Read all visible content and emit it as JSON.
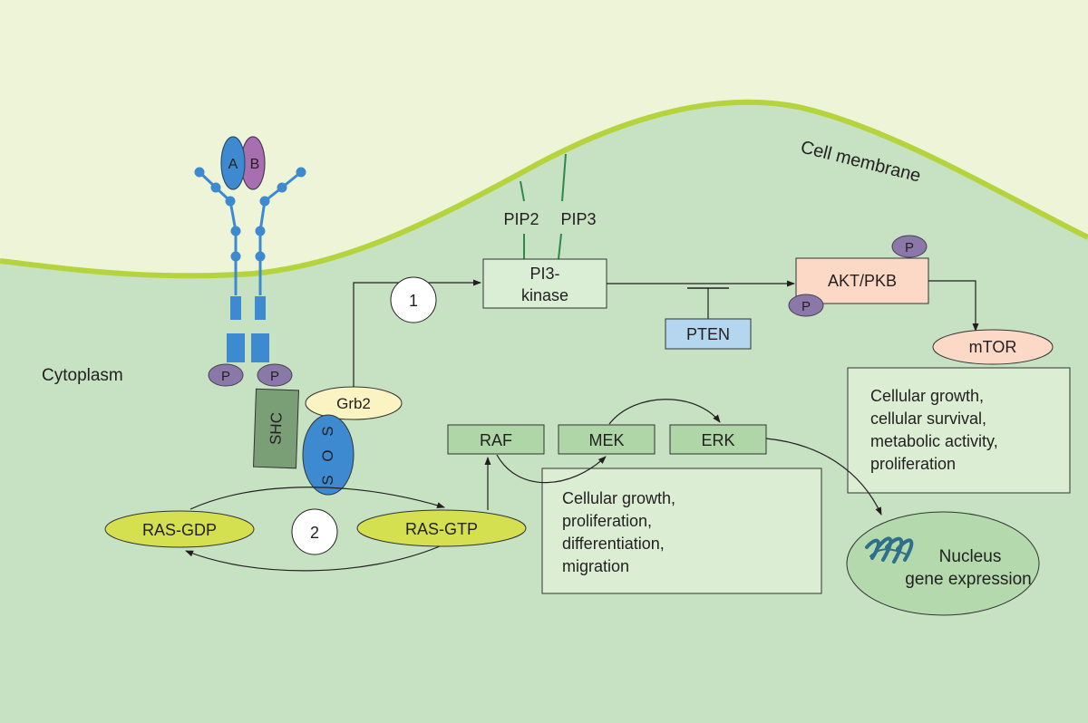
{
  "labels": {
    "cell_membrane": "Cell membrane",
    "cytoplasm": "Cytoplasm"
  },
  "receptor": {
    "subunit_a": "A",
    "subunit_b": "B",
    "phospho_left": "P",
    "phospho_right": "P"
  },
  "adaptors": {
    "shc": "SHC",
    "grb2": "Grb2",
    "sos_letters": [
      "S",
      "O",
      "S"
    ]
  },
  "ras": {
    "gdp": "RAS-GDP",
    "gtp": "RAS-GTP",
    "cycle_marker": "2"
  },
  "pathway_markers": {
    "pi3k_marker": "1"
  },
  "lipids": {
    "pip2": "PIP2",
    "pip3": "PIP3"
  },
  "pi3k": {
    "line1": "PI3-",
    "line2": "kinase"
  },
  "pten": "PTEN",
  "akt": {
    "label": "AKT/PKB",
    "phospho_top": "P",
    "phospho_bottom": "P"
  },
  "mtor": "mTOR",
  "mapk": {
    "raf": "RAF",
    "mek": "MEK",
    "erk": "ERK"
  },
  "outcomes": {
    "mapk_box": [
      "Cellular growth,",
      "proliferation,",
      "differentiation,",
      "migration"
    ],
    "akt_box": [
      "Cellular growth,",
      "cellular survival,",
      "metabolic activity,",
      "proliferation"
    ]
  },
  "nucleus": {
    "line1": "Nucleus",
    "line2": "gene expression"
  },
  "colors": {
    "extracellular": "#edf4d8",
    "cytoplasm": "#c6e2c2",
    "membrane": "#b5d33d",
    "receptor_blue": "#3d8ad0",
    "receptor_purple": "#a86fb0",
    "phospho_purple": "#8a79a8",
    "shc_green": "#7a9e76",
    "grb2_yellow": "#fbf3c2",
    "ras_yellow": "#d4e04f",
    "box_green": "#aed6a6",
    "pi3k_box": "#daeed6",
    "pten_blue": "#b4d6ef",
    "akt_peach": "#fbd9c6",
    "outcome_box": "#dbeed4",
    "nucleus_green": "#b3d9ad",
    "dna_blue": "#2e6f8c"
  }
}
